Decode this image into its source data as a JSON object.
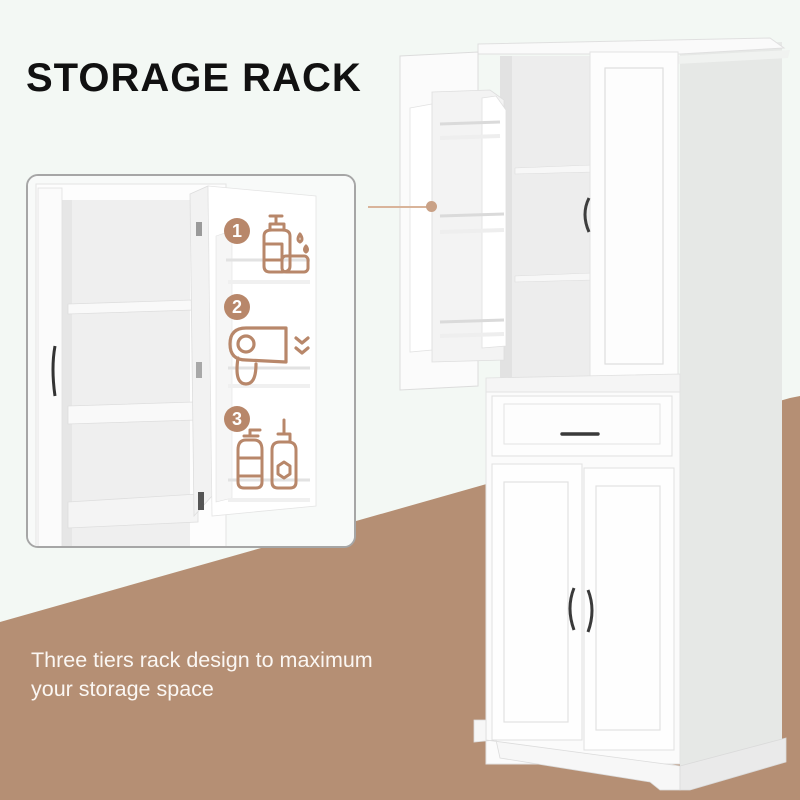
{
  "header": {
    "title": "STORAGE RACK"
  },
  "caption": {
    "line1": "Three tiers rack design to maximum",
    "line2": "your storage space"
  },
  "inset": {
    "tiers": [
      {
        "number": "1",
        "icon": "lotion-pump-bottle-and-soap-icon"
      },
      {
        "number": "2",
        "icon": "hair-dryer-icon"
      },
      {
        "number": "3",
        "icon": "skincare-bottles-icon"
      }
    ]
  },
  "colors": {
    "background": "#f3f8f4",
    "accent_brown": "#b58f74",
    "icon_brown": "#b8876a",
    "title": "#111111",
    "caption_text": "#fbf7f3",
    "cabinet_white": "#ffffff"
  }
}
